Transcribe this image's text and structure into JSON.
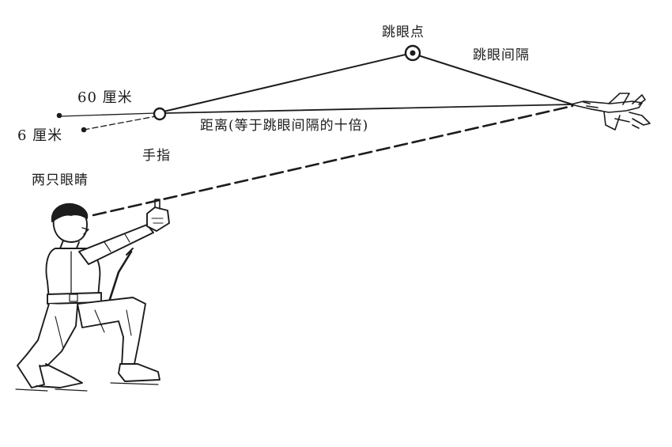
{
  "labels": {
    "jump_point": "跳眼点",
    "jump_interval": "跳眼间隔",
    "sixty_cm": "60 厘米",
    "six_cm": "6 厘米",
    "distance": "距离(等于跳眼间隔的十倍)",
    "finger": "手指",
    "two_eyes": "两只眼睛"
  },
  "colors": {
    "ink": "#1c1c1c",
    "background": "#ffffff"
  }
}
